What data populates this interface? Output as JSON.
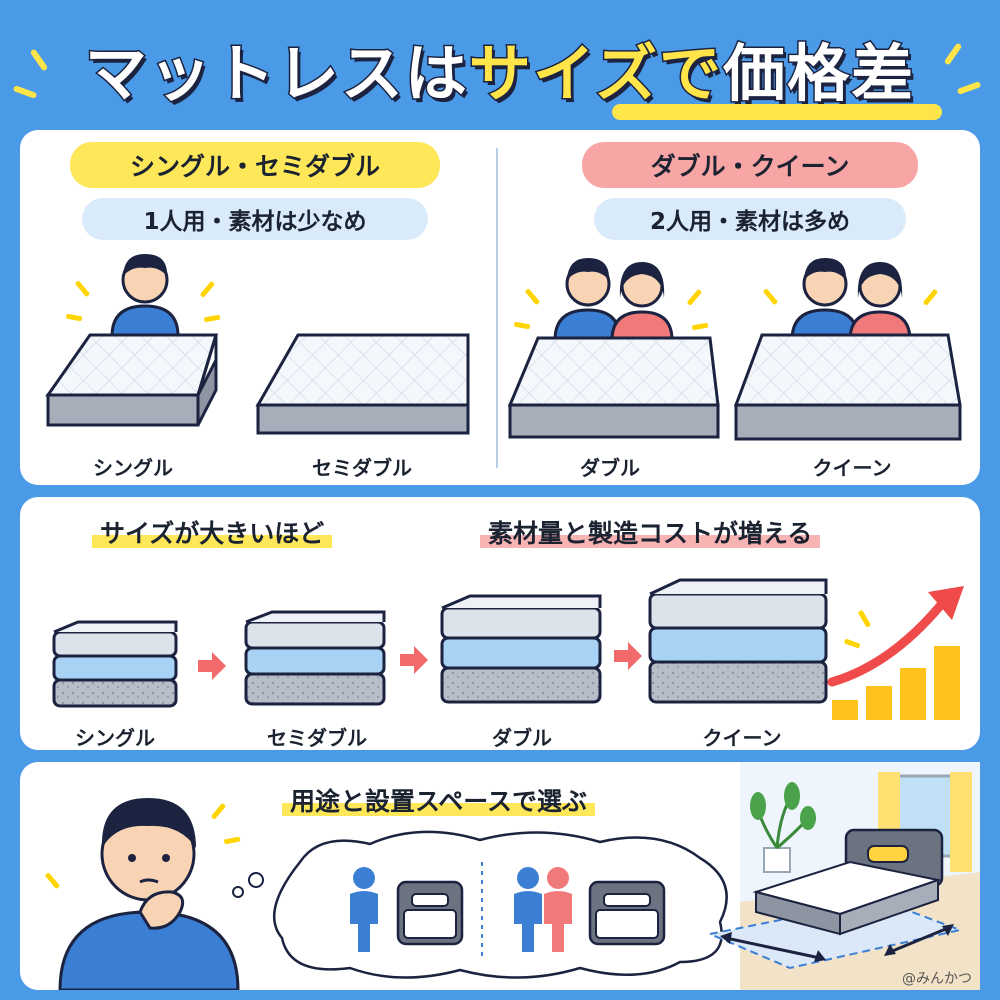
{
  "title": {
    "part1": "マットレスは",
    "part2": "サイズで",
    "part3": "価格差"
  },
  "panel1": {
    "left": {
      "heading": "シングル・セミダブル",
      "subheading": "1人用・素材は少なめ",
      "labels": [
        "シングル",
        "セミダブル"
      ]
    },
    "right": {
      "heading": "ダブル・クイーン",
      "subheading": "2人用・素材は多め",
      "labels": [
        "ダブル",
        "クイーン"
      ]
    }
  },
  "panel2": {
    "heading_left": "サイズが大きいほど",
    "heading_right": "素材量と製造コストが増える",
    "labels": [
      "シングル",
      "セミダブル",
      "ダブル",
      "クイーン"
    ]
  },
  "panel3": {
    "heading": "用途と設置スペースで選ぶ"
  },
  "credit": "@みんかつ",
  "colors": {
    "background": "#4a9ae8",
    "yellow": "#ffe75a",
    "pink": "#f8a5a5",
    "blue_person": "#3b7fd4",
    "pink_person": "#f07a7a"
  }
}
